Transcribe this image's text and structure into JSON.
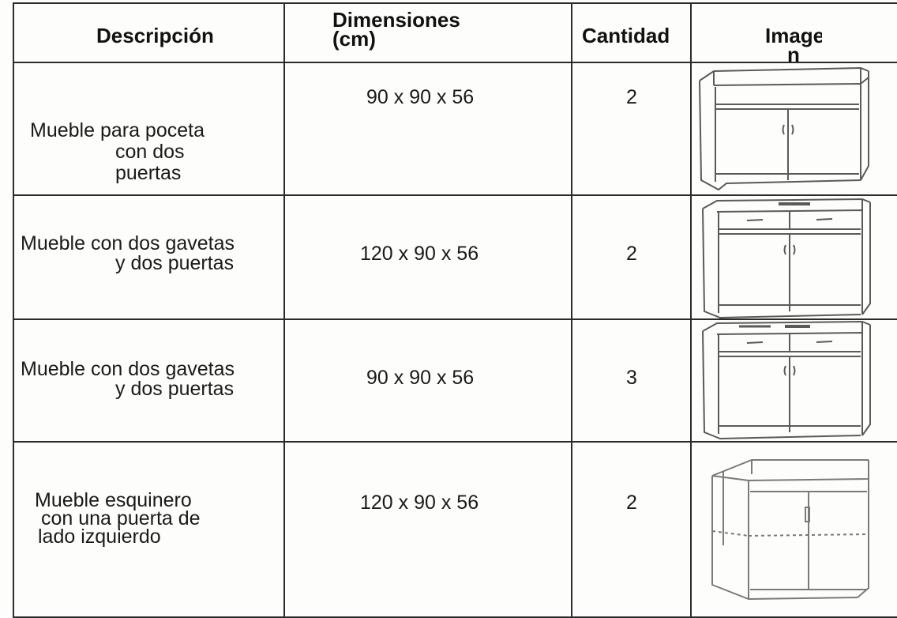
{
  "table": {
    "headers": {
      "description": "Descripción",
      "dimensions_line1": "Dimensiones",
      "dimensions_line2": "(cm)",
      "quantity": "Cantidad",
      "image_line1": "Image",
      "image_line2": "n"
    },
    "rows": [
      {
        "description_lines": [
          "Mueble para poceta",
          "con dos",
          "puertas"
        ],
        "dimensions": "90 x 90 x 56",
        "quantity": "2",
        "image_icon": "sink-cabinet-two-doors-icon"
      },
      {
        "description_lines": [
          "Mueble con dos gavetas",
          "y dos puertas"
        ],
        "dimensions": "120 x 90 x 56",
        "quantity": "2",
        "image_icon": "cabinet-two-drawers-two-doors-icon"
      },
      {
        "description_lines": [
          "Mueble con dos gavetas",
          "y dos puertas"
        ],
        "dimensions": "90 x 90 x 56",
        "quantity": "3",
        "image_icon": "cabinet-two-drawers-two-doors-icon"
      },
      {
        "description_lines": [
          "Mueble esquinero",
          "con una puerta de",
          "lado izquierdo"
        ],
        "dimensions": "120 x 90 x 56",
        "quantity": "2",
        "image_icon": "corner-cabinet-one-door-icon"
      }
    ]
  },
  "colors": {
    "border": "#2b2b2b",
    "text": "#1a1a1a",
    "drawing_line": "#5a5a5a"
  }
}
